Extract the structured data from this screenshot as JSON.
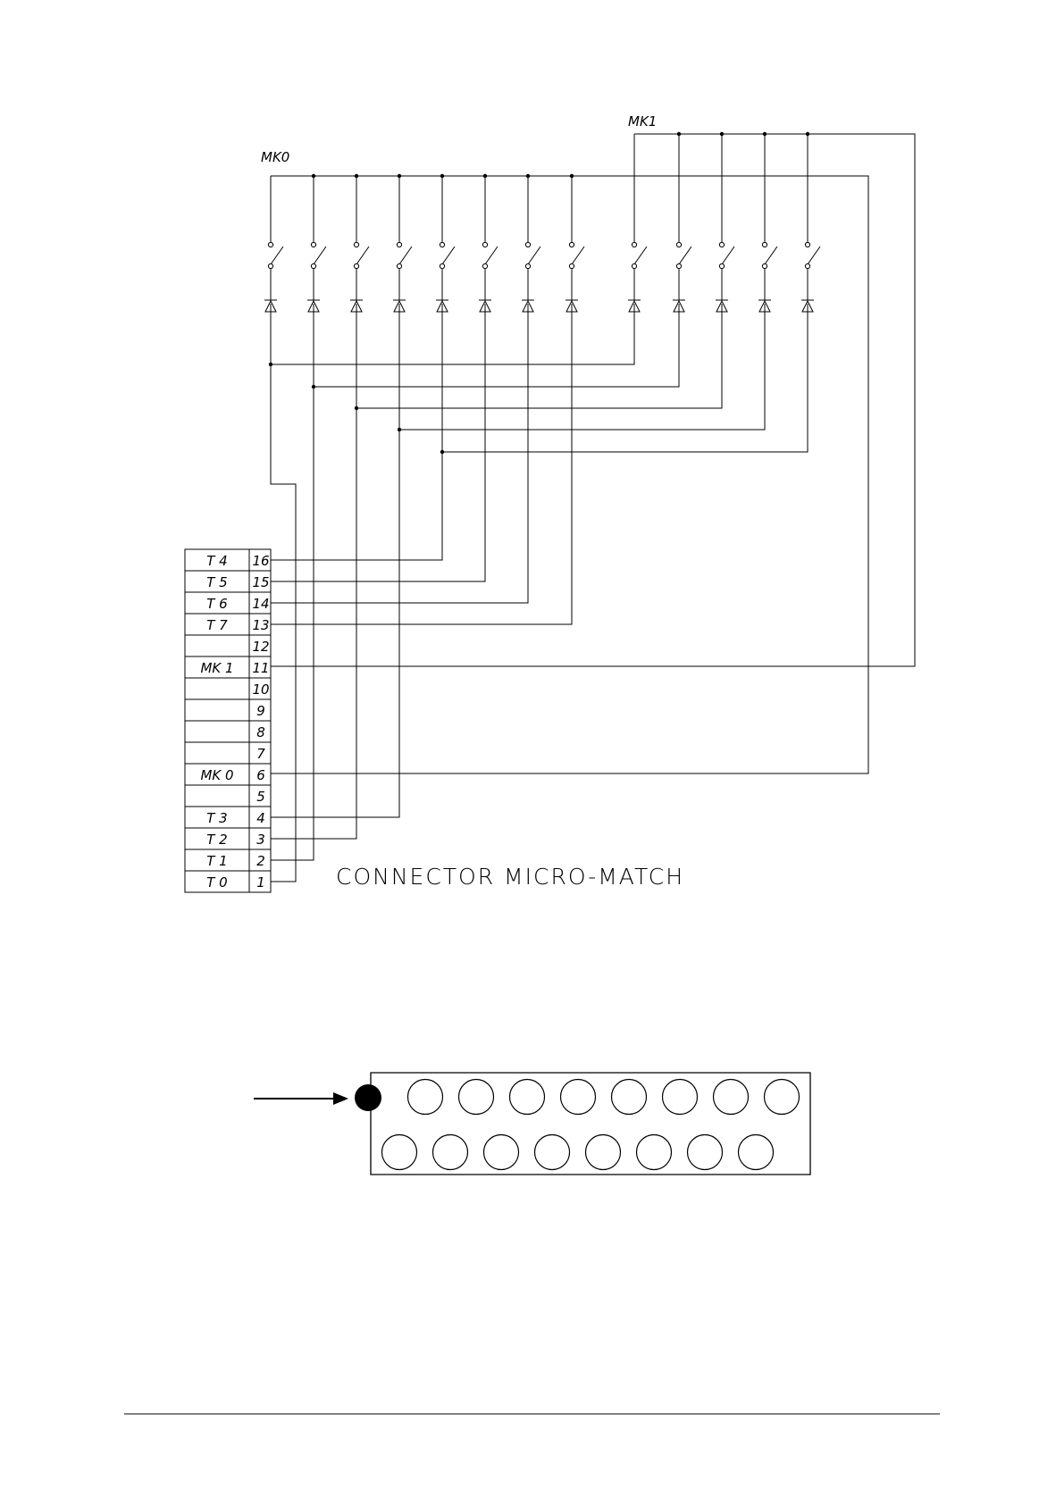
{
  "bus_labels": {
    "mk0": "MK0",
    "mk1": "MK1"
  },
  "connector_title": "CONNECTOR MICRO-MATCH",
  "connector_rows": [
    {
      "signal": "T 4",
      "pin": "16"
    },
    {
      "signal": "T 5",
      "pin": "15"
    },
    {
      "signal": "T 6",
      "pin": "14"
    },
    {
      "signal": "T 7",
      "pin": "13"
    },
    {
      "signal": "",
      "pin": "12"
    },
    {
      "signal": "MK 1",
      "pin": "11"
    },
    {
      "signal": "",
      "pin": "10"
    },
    {
      "signal": "",
      "pin": "9"
    },
    {
      "signal": "",
      "pin": "8"
    },
    {
      "signal": "",
      "pin": "7"
    },
    {
      "signal": "MK 0",
      "pin": "6"
    },
    {
      "signal": "",
      "pin": "5"
    },
    {
      "signal": "T 3",
      "pin": "4"
    },
    {
      "signal": "T 2",
      "pin": "3"
    },
    {
      "signal": "T 1",
      "pin": "2"
    },
    {
      "signal": "T 0",
      "pin": "1"
    }
  ],
  "switch_groups": {
    "mk0_keys": 8,
    "mk1_keys": 5
  },
  "connector_layout": {
    "top_row_holes": 8,
    "bottom_row_holes": 8,
    "pin1_marker": "filled-circle"
  },
  "colors": {
    "line": "#000000",
    "background": "#ffffff"
  }
}
